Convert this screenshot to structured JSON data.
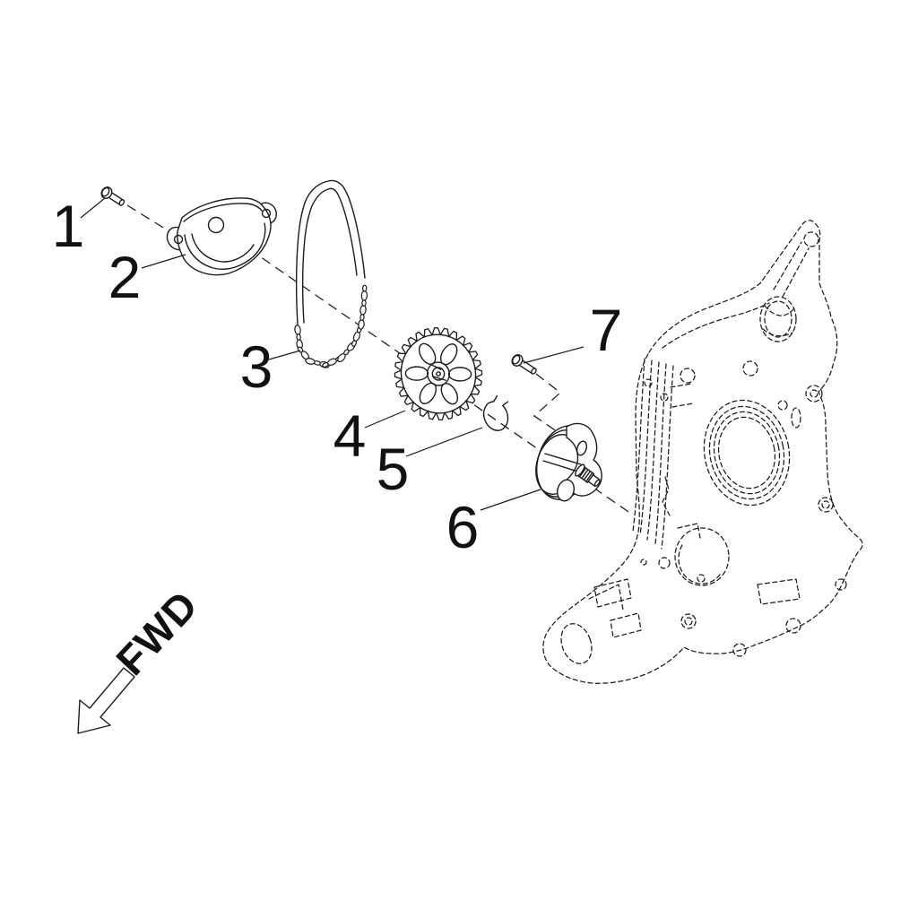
{
  "diagram": {
    "type": "exploded-parts-diagram",
    "direction_label": "FWD",
    "callouts": [
      {
        "label": "1"
      },
      {
        "label": "2"
      },
      {
        "label": "3"
      },
      {
        "label": "4"
      },
      {
        "label": "5"
      },
      {
        "label": "6"
      },
      {
        "label": "7"
      }
    ],
    "colors": {
      "line_color": "#1c1c1c",
      "background": "#ffffff"
    }
  }
}
